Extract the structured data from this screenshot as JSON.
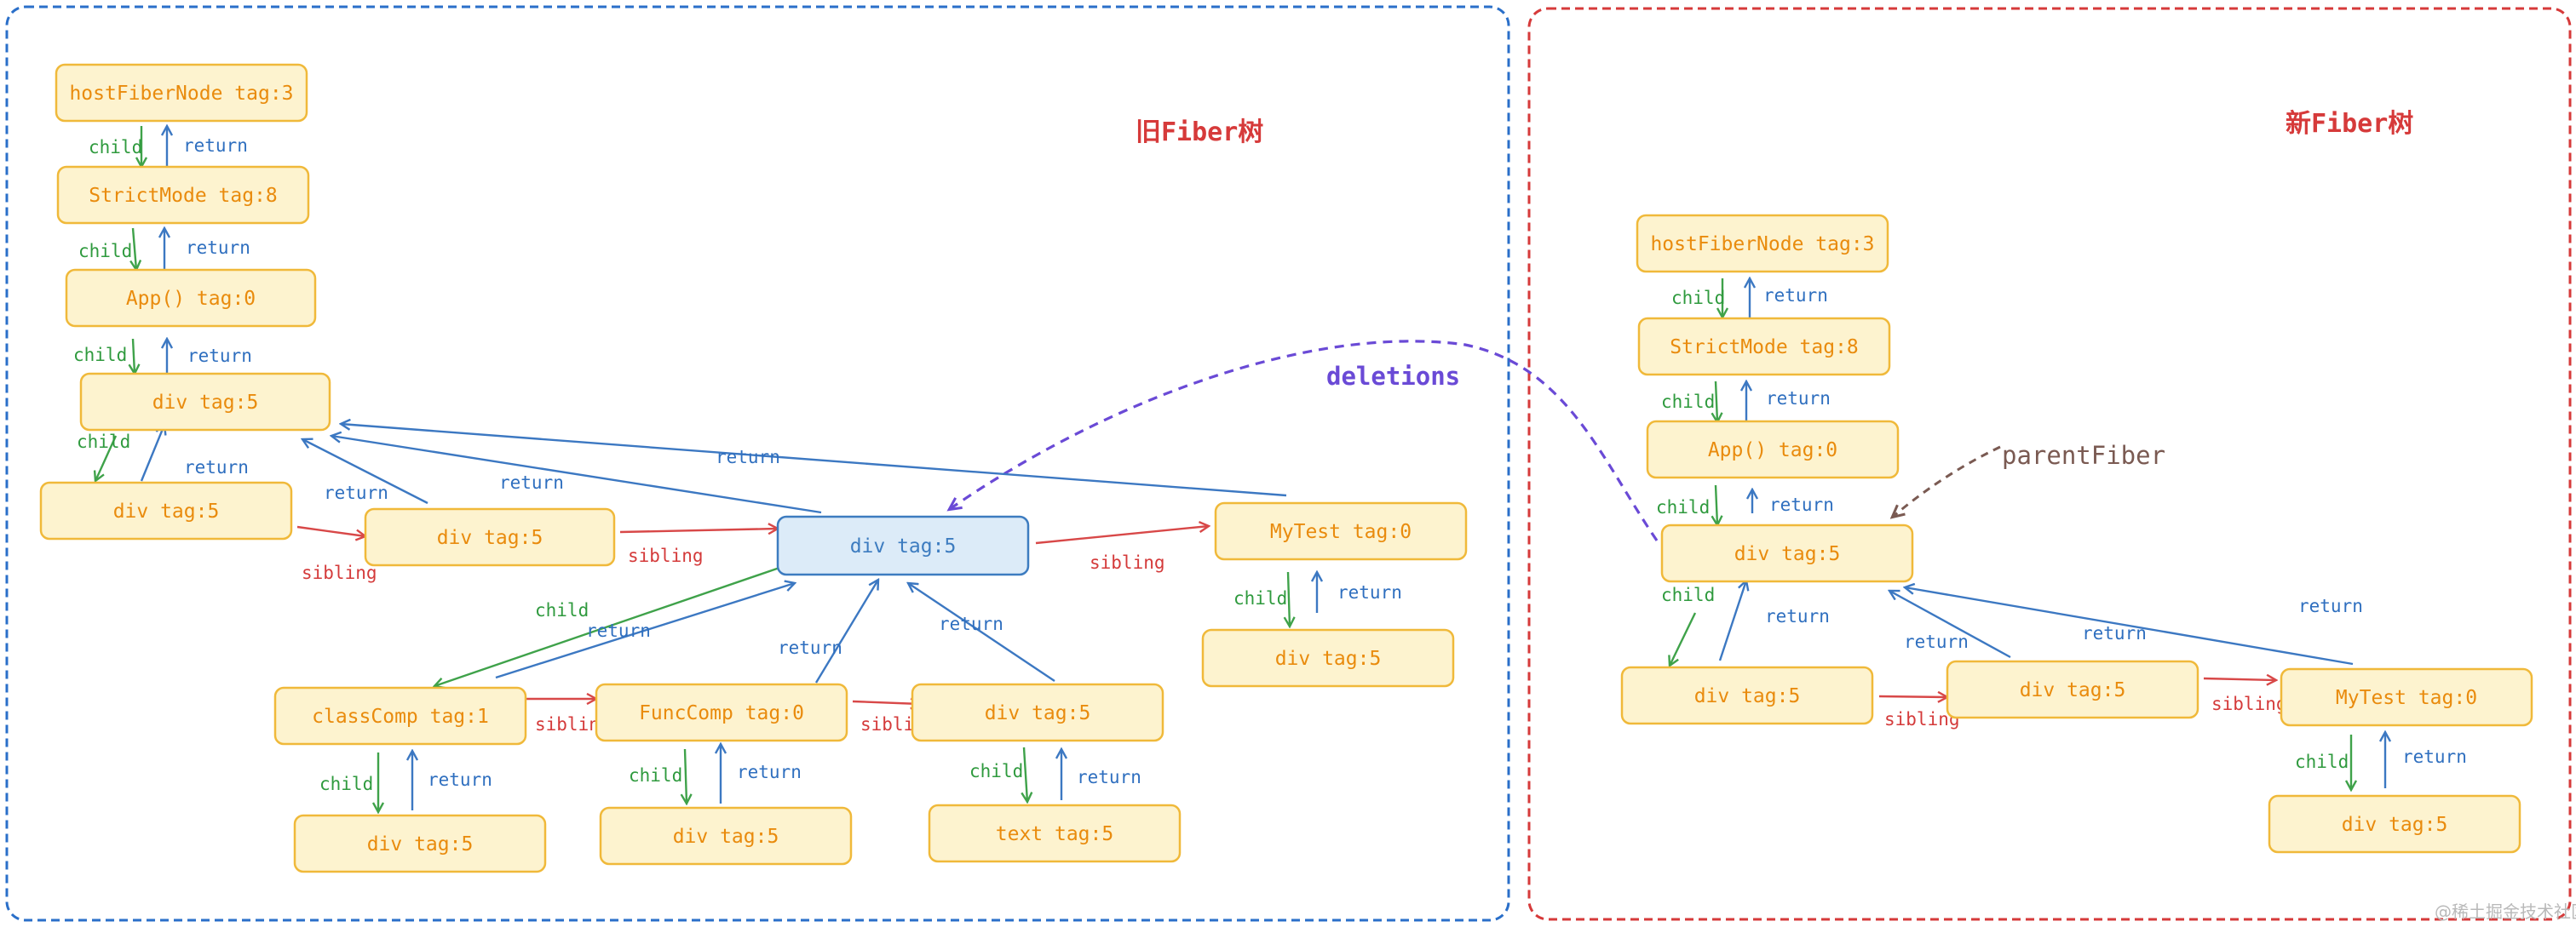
{
  "old_tree": {
    "title": "旧Fiber树",
    "nodes": [
      {
        "id": "o_host",
        "label": "hostFiberNode tag:3"
      },
      {
        "id": "o_strict",
        "label": "StrictMode tag:8"
      },
      {
        "id": "o_app",
        "label": "App() tag:0"
      },
      {
        "id": "o_div",
        "label": "div tag:5"
      },
      {
        "id": "o_div1",
        "label": "div tag:5"
      },
      {
        "id": "o_div2",
        "label": "div tag:5"
      },
      {
        "id": "o_div3",
        "label": "div tag:5",
        "selected": true
      },
      {
        "id": "o_mytest",
        "label": "MyTest tag:0"
      },
      {
        "id": "o_mtdiv",
        "label": "div tag:5"
      },
      {
        "id": "o_class",
        "label": "classComp tag:1"
      },
      {
        "id": "o_func",
        "label": "FuncComp tag:0"
      },
      {
        "id": "o_div4",
        "label": "div tag:5"
      },
      {
        "id": "o_classdiv",
        "label": "div tag:5"
      },
      {
        "id": "o_funcdiv",
        "label": "div tag:5"
      },
      {
        "id": "o_text",
        "label": "text tag:5"
      }
    ]
  },
  "new_tree": {
    "title": "新Fiber树",
    "nodes": [
      {
        "id": "n_host",
        "label": "hostFiberNode tag:3"
      },
      {
        "id": "n_strict",
        "label": "StrictMode tag:8"
      },
      {
        "id": "n_app",
        "label": "App() tag:0"
      },
      {
        "id": "n_div",
        "label": "div tag:5"
      },
      {
        "id": "n_div1",
        "label": "div tag:5"
      },
      {
        "id": "n_div2",
        "label": "div tag:5"
      },
      {
        "id": "n_mytest",
        "label": "MyTest tag:0"
      },
      {
        "id": "n_mtdiv",
        "label": "div tag:5"
      }
    ]
  },
  "edge_labels": {
    "child": "child",
    "return": "return",
    "sibling": "sibling"
  },
  "annotations": {
    "deletions": "deletions",
    "parent_fiber": "parentFiber"
  },
  "watermark": "@稀土掘金技术社区",
  "colors": {
    "old_frame": "#2a6fc9",
    "new_frame": "#d63a3a",
    "node_fill": "#fdf3cf",
    "node_stroke": "#f0b93a",
    "node_text": "#e98b0d",
    "selected_fill": "#dcebf8",
    "selected_stroke": "#3d7cc0",
    "child": "#3fa24a",
    "return": "#3c78c2",
    "sibling": "#d84848",
    "deletions": "#6a4ad6",
    "parent_fiber": "#7a5a52"
  }
}
